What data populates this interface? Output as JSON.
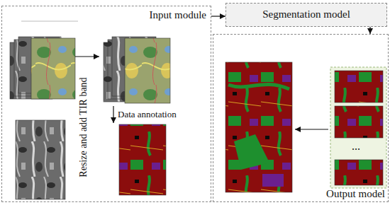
{
  "diagram": {
    "nodes": [
      {
        "text": [
          "Input module"
        ]
      },
      {
        "text": [
          "Segmentation model"
        ]
      },
      {
        "text": [
          "Output model"
        ]
      }
    ],
    "edges": [
      {
        "from": 0,
        "to": 1,
        "arrow": "to"
      },
      {
        "from": 1,
        "to": 2,
        "arrow": "to"
      }
    ],
    "labels": [
      "Resize and add TIR band",
      "Data annotation",
      "..."
    ]
  }
}
